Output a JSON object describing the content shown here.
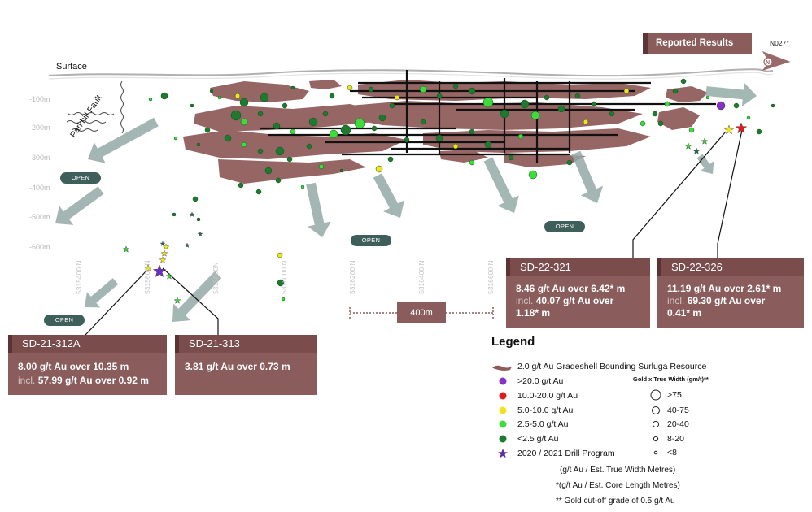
{
  "title_box": {
    "label": "Reported Results"
  },
  "orientation": {
    "label": "N027°"
  },
  "surface": {
    "label": "Surface"
  },
  "fault": {
    "label": "Parkhill Fault"
  },
  "depth_labels": [
    "-100m",
    "-200m",
    "-300m",
    "-400m",
    "-500m",
    "-600m"
  ],
  "northing_labels": [
    "5315400 N",
    "5315600 N",
    "5315800N",
    "5316000 N",
    "5316200 N",
    "5316400 N",
    "5316600 N"
  ],
  "open_labels": [
    "OPEN",
    "OPEN",
    "OPEN",
    "OPEN"
  ],
  "scale": {
    "label": "400m"
  },
  "callouts": [
    {
      "id": "SD-21-312A",
      "line1": "8.00 g/t Au over 10.35 m",
      "incl_word": "incl.",
      "line2": "57.99 g/t Au over 0.92 m"
    },
    {
      "id": "SD-21-313",
      "line1": "3.81 g/t Au over 0.73 m"
    },
    {
      "id": "SD-22-321",
      "line1": "8.46 g/t Au over 6.42* m",
      "incl_word": "incl.",
      "line2": "40.07 g/t Au over",
      "line3": "1.18* m"
    },
    {
      "id": "SD-22-326",
      "line1": "11.19 g/t Au over 2.61* m",
      "incl_word": "incl.",
      "line2": "69.30 g/t Au over",
      "line3": "0.41* m"
    }
  ],
  "legend": {
    "title": "Legend",
    "gradeshell": "2.0 g/t Au Gradeshell Bounding Surluga Resource",
    "grades": [
      {
        "label": ">20.0 g/t Au",
        "color": "#8b2fc9"
      },
      {
        "label": "10.0-20.0 g/t Au",
        "color": "#e01b1b"
      },
      {
        "label": "5.0-10.0 g/t Au",
        "color": "#f2e41c"
      },
      {
        "label": "2.5-5.0  g/t Au",
        "color": "#3ddc3d"
      },
      {
        "label": "<2.5  g/t Au",
        "color": "#1e7a2e"
      }
    ],
    "drill_program": "2020 / 2021  Drill Program",
    "size_title": "Gold x True Width (gm/t)**",
    "sizes": [
      ">75",
      "40-75",
      "20-40",
      "8-20",
      "<8"
    ],
    "note1": "(g/t Au / Est. True Width Metres)",
    "note2": "*(g/t Au / Est. Core Length Metres)",
    "note3": "** Gold cut-off grade of 0.5 g/t Au"
  },
  "colors": {
    "shell": "#8e5a58",
    "arrow": "#93aaa6",
    "callout_bg": "#8a5c5c",
    "open_pill": "#3f5f5a"
  }
}
